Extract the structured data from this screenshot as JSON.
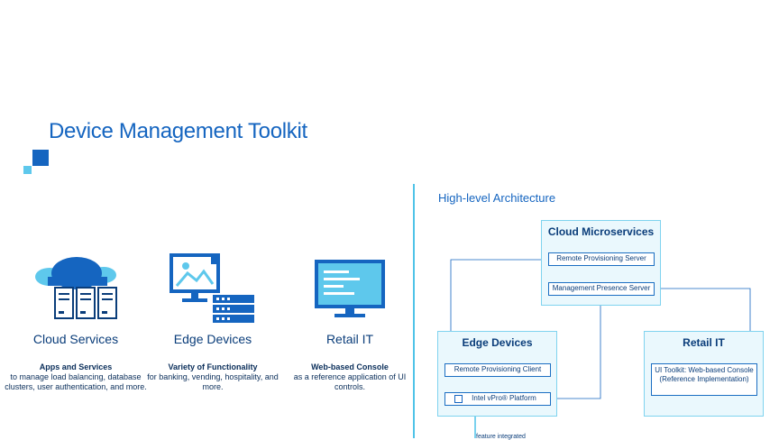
{
  "title": "Device Management Toolkit",
  "categories": [
    {
      "title": "Cloud Services",
      "desc_bold": "Apps and Services",
      "desc": "to manage load balancing, database clusters, user authentication, and more.",
      "icon": "cloud-servers-icon"
    },
    {
      "title": "Edge Devices",
      "desc_bold": "Variety of Functionality",
      "desc": "for banking, vending, hospitality, and more.",
      "icon": "edge-monitor-icon"
    },
    {
      "title": "Retail IT",
      "desc_bold": "Web-based Console",
      "desc": "as a reference application of UI controls.",
      "icon": "retail-monitor-icon"
    }
  ],
  "architecture": {
    "title": "High-level Architecture",
    "cloud": {
      "title": "Cloud Microservices",
      "items": [
        "Remote Provisioning Server",
        "Management Presence Server"
      ]
    },
    "edge": {
      "title": "Edge Devices",
      "items": [
        "Remote Provisioning Client",
        "Intel vPro® Platform"
      ]
    },
    "retail": {
      "title": "Retail IT",
      "item": "UI Toolkit: Web-based Console (Reference Implementation)"
    },
    "footnote": "feature integrated"
  },
  "colors": {
    "primary": "#1565c0",
    "navy": "#0a3d7a",
    "accent": "#4fc3e8",
    "box_fill": "#eaf8fd"
  }
}
